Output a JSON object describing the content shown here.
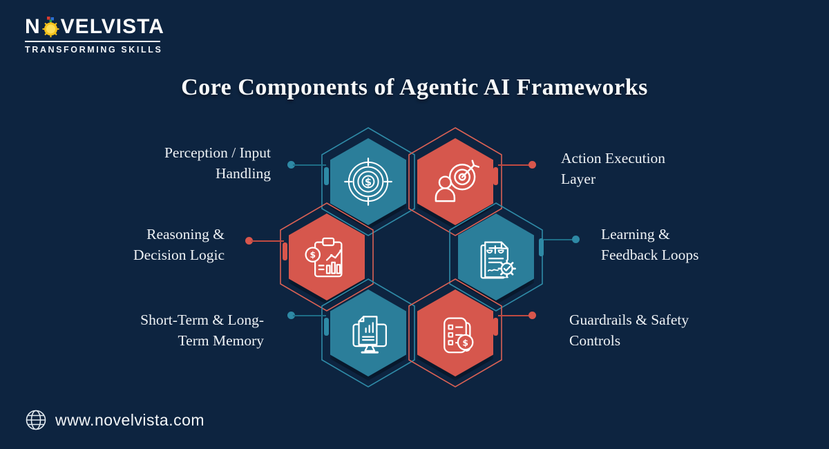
{
  "brand": {
    "name": "NOVELVISTA",
    "name_first": "N",
    "name_rest": "VELVISTA",
    "tagline": "TRANSFORMING SKILLS",
    "logo_sun_color": "#f6c21a"
  },
  "title": "Core Components of Agentic AI Frameworks",
  "colors": {
    "background": "#0d2440",
    "teal": "#2b7e9a",
    "red": "#d6574d",
    "label_text": "#eef2f5",
    "connector_teal": "#2e89a5",
    "connector_red": "#d8564c"
  },
  "components": [
    {
      "label": "Perception / Input Handling",
      "label_line1": "Perception / Input",
      "label_line2": "Handling",
      "icon": "target-dollar-icon",
      "hex_color": "teal",
      "side": "left"
    },
    {
      "label": "Action Execution Layer",
      "label_line1": "Action Execution",
      "label_line2": "Layer",
      "icon": "person-target-icon",
      "hex_color": "red",
      "side": "right"
    },
    {
      "label": "Reasoning & Decision Logic",
      "label_line1": "Reasoning &",
      "label_line2": "Decision Logic",
      "icon": "clipboard-analytics-icon",
      "hex_color": "red",
      "side": "left"
    },
    {
      "label": "Learning & Feedback Loops",
      "label_line1": "Learning &",
      "label_line2": "Feedback Loops",
      "icon": "document-scales-gear-icon",
      "hex_color": "teal",
      "side": "right"
    },
    {
      "label": "Short-Term & Long-Term Memory",
      "label_line1": "Short-Term & Long-",
      "label_line2": "Term Memory",
      "icon": "monitor-chart-icon",
      "hex_color": "teal",
      "side": "left"
    },
    {
      "label": "Guardrails & Safety Controls",
      "label_line1": "Guardrails & Safety",
      "label_line2": "Controls",
      "icon": "checklist-dollar-icon",
      "hex_color": "red",
      "side": "right"
    }
  ],
  "footer": {
    "url": "www.novelvista.com"
  }
}
